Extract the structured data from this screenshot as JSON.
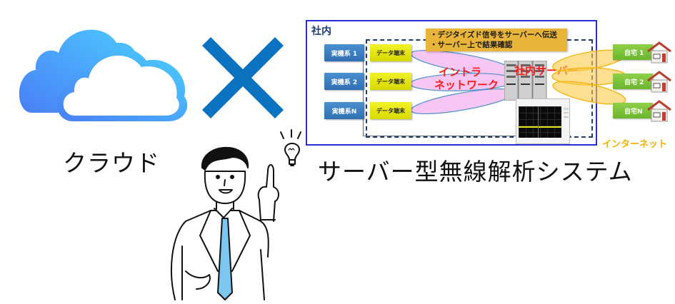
{
  "left_panel": {
    "cloud_label": "クラウド",
    "cloud_colors": {
      "start": "#4a7ff7",
      "end": "#4cc8ff"
    },
    "cross_color": "#0a72be"
  },
  "right_panel": {
    "title": "サーバー型無線解析システム",
    "diagram": {
      "zone_label": "社内",
      "note_lines": [
        "・デジタイズド信号をサーバーへ伝送",
        "・サーバー上で結果確認"
      ],
      "machines": [
        {
          "label": "実機系 1",
          "terminal": "データ端末"
        },
        {
          "label": "実機系 2",
          "terminal": "データ端末"
        },
        {
          "label": "実機系N",
          "terminal": "データ端末"
        }
      ],
      "intranet_label_line1": "イントラ",
      "intranet_label_line2": "ネットワーク",
      "server_label": "社内サーバー",
      "internet_label": "インターネット",
      "homes": [
        {
          "label": "自宅 1"
        },
        {
          "label": "自宅 2"
        },
        {
          "label": "自宅N"
        }
      ],
      "colors": {
        "frame": "#2b2bd8",
        "intranet_fill": "#f7c6f2",
        "internet_fill": "#fbc94a",
        "red_text": "#ff1a1a",
        "internet_text": "#f2b200"
      }
    }
  },
  "person": {
    "description": "presenter-pointing-up",
    "tie_color": "#7cc6f0"
  }
}
